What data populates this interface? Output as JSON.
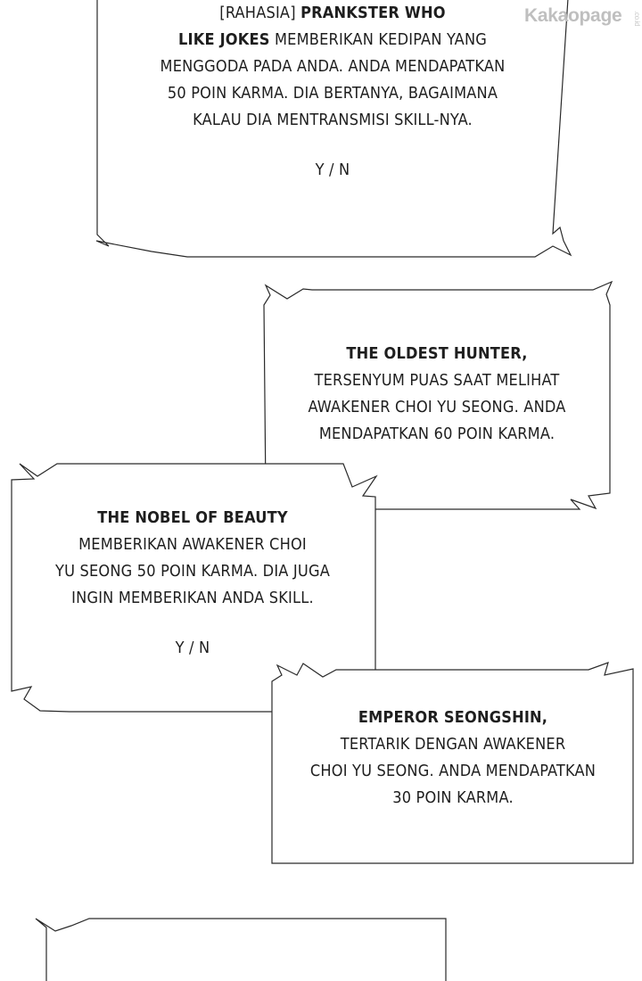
{
  "watermark": {
    "brand": "Kakaopage",
    "suffix": ".co.id"
  },
  "boxes": [
    {
      "lines": [
        {
          "segments": [
            {
              "text": "[RAHASIA] ",
              "bold": false
            },
            {
              "text": "PRANKSTER WHO",
              "bold": true
            }
          ]
        },
        {
          "segments": [
            {
              "text": "LIKE JOKES",
              "bold": true
            },
            {
              "text": " MEMBERIKAN KEDIPAN YANG",
              "bold": false
            }
          ]
        },
        {
          "segments": [
            {
              "text": "MENGGODA PADA ANDA. ANDA MENDAPATKAN",
              "bold": false
            }
          ]
        },
        {
          "segments": [
            {
              "text": "50 POIN KARMA. DIA BERTANYA, BAGAIMANA",
              "bold": false
            }
          ]
        },
        {
          "segments": [
            {
              "text": "KALAU DIA MENTRANSMISI SKILL-NYA.",
              "bold": false
            }
          ]
        }
      ],
      "choice": "Y / N"
    },
    {
      "lines": [
        {
          "segments": [
            {
              "text": "THE OLDEST HUNTER,",
              "bold": true
            }
          ]
        },
        {
          "segments": [
            {
              "text": "TERSENYUM PUAS SAAT MELIHAT",
              "bold": false
            }
          ]
        },
        {
          "segments": [
            {
              "text": "AWAKENER CHOI YU SEONG. ANDA",
              "bold": false
            }
          ]
        },
        {
          "segments": [
            {
              "text": "MENDAPATKAN 60 POIN KARMA.",
              "bold": false
            }
          ]
        }
      ],
      "choice": ""
    },
    {
      "lines": [
        {
          "segments": [
            {
              "text": "THE NOBEL OF BEAUTY",
              "bold": true
            }
          ]
        },
        {
          "segments": [
            {
              "text": "MEMBERIKAN AWAKENER  CHOI",
              "bold": false
            }
          ]
        },
        {
          "segments": [
            {
              "text": "YU SEONG 50 POIN KARMA. DIA JUGA",
              "bold": false
            }
          ]
        },
        {
          "segments": [
            {
              "text": "INGIN MEMBERIKAN ANDA SKILL.",
              "bold": false
            }
          ]
        }
      ],
      "choice": "Y / N"
    },
    {
      "lines": [
        {
          "segments": [
            {
              "text": "EMPEROR SEONGSHIN,",
              "bold": true
            }
          ]
        },
        {
          "segments": [
            {
              "text": "TERTARIK DENGAN AWAKENER",
              "bold": false
            }
          ]
        },
        {
          "segments": [
            {
              "text": "CHOI YU SEONG. ANDA MENDAPATKAN",
              "bold": false
            }
          ]
        },
        {
          "segments": [
            {
              "text": "30 POIN KARMA.",
              "bold": false
            }
          ]
        }
      ],
      "choice": ""
    }
  ]
}
